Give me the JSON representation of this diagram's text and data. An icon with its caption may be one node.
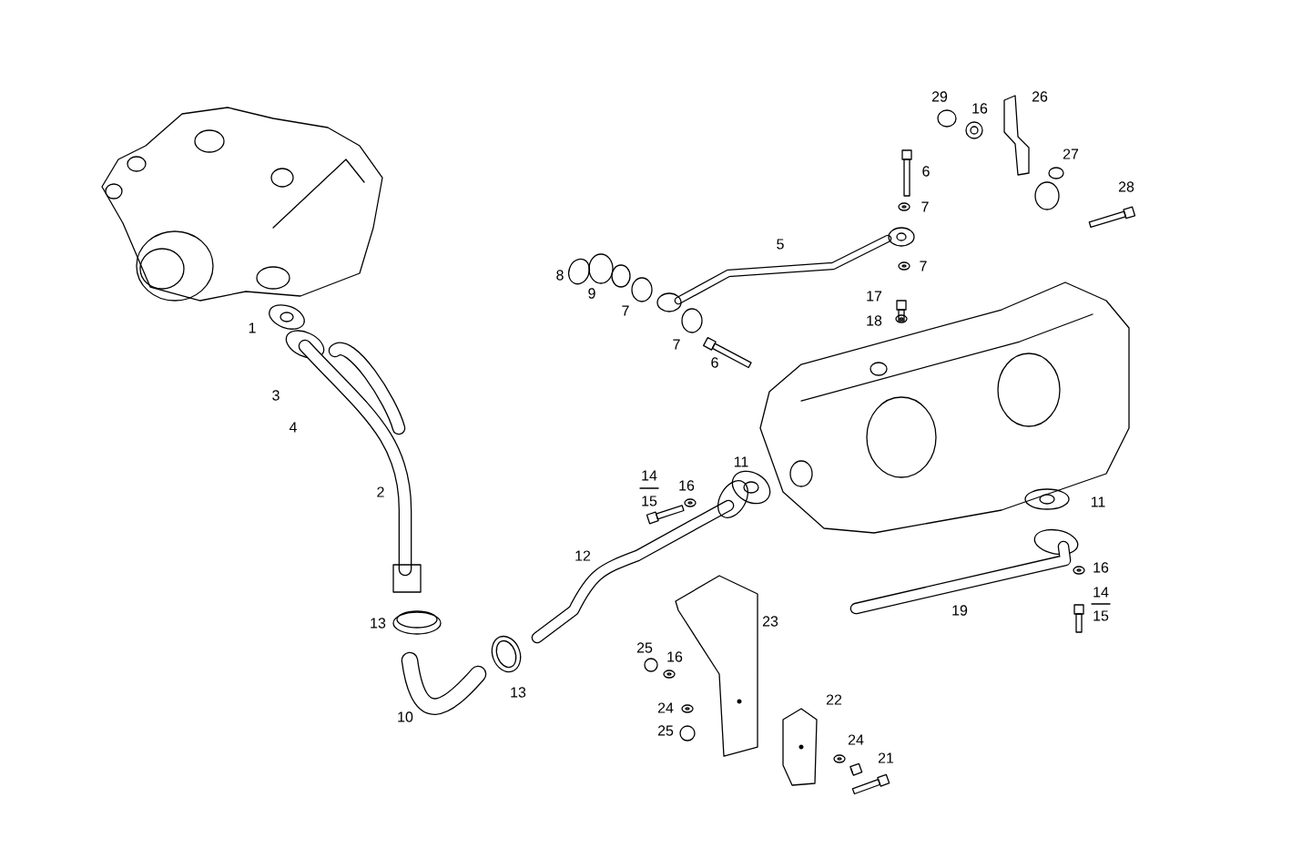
{
  "diagram": {
    "labels": [
      "29",
      "16",
      "26",
      "6",
      "27",
      "7",
      "28",
      "5",
      "7",
      "8",
      "9",
      "17",
      "7",
      "1",
      "18",
      "7",
      "6",
      "3",
      "4",
      "11",
      "14",
      "16",
      "2",
      "15",
      "11",
      "12",
      "16",
      "14",
      "19",
      "13",
      "23",
      "15",
      "25",
      "16",
      "13",
      "22",
      "24",
      "10",
      "25",
      "24",
      "21"
    ]
  }
}
